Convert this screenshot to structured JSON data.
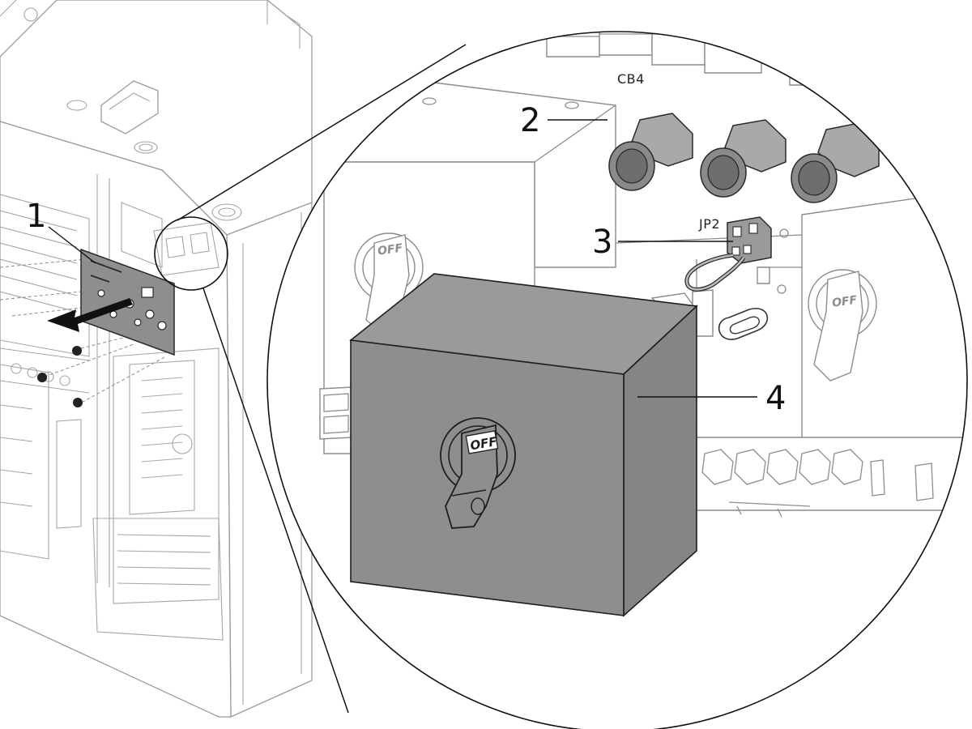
{
  "figure": {
    "callouts": [
      {
        "id": "1",
        "label": "1"
      },
      {
        "id": "2",
        "label": "2"
      },
      {
        "id": "3",
        "label": "3"
      },
      {
        "id": "4",
        "label": "4"
      }
    ],
    "component_labels": {
      "breaker_group": "CB4",
      "jumper": "JP2"
    },
    "switch_label": "OFF",
    "colors": {
      "highlight_fill": "#8e8e8e",
      "line_art": "#8c8c8c",
      "cabinet_line": "#9a9a9a",
      "ink": "#111111"
    }
  }
}
